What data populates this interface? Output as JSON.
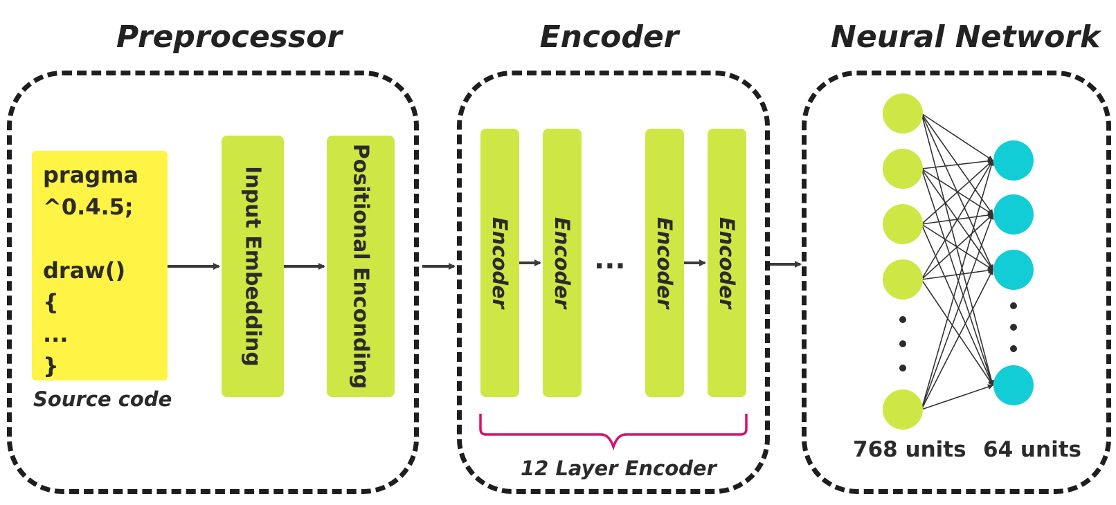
{
  "sections": {
    "preprocessor_title": "Preprocessor",
    "encoder_title": "Encoder",
    "network_title": "Neural Network"
  },
  "preprocessor": {
    "code_lines": [
      "pragma",
      "^0.4.5;",
      "",
      "draw()",
      "{",
      "...",
      "}"
    ],
    "source_caption": "Source code",
    "input_embedding": "Input Embedding",
    "positional_encoding": "Positional Enconding"
  },
  "encoder": {
    "layer_label": "Encoder",
    "ellipsis": "...",
    "brace_caption": "12 Layer Encoder"
  },
  "network": {
    "input_units": "768 units",
    "output_units": "64 units",
    "input_nodes_visible": 5,
    "output_nodes_visible": 4
  },
  "colors": {
    "code_box": "#fff345",
    "block": "#cfe745",
    "input_node": "#cfe745",
    "output_node": "#13cdd6",
    "brace": "#d6106e",
    "dashed_frame": "#1e1e1e",
    "arrow": "#3a3a3a"
  }
}
